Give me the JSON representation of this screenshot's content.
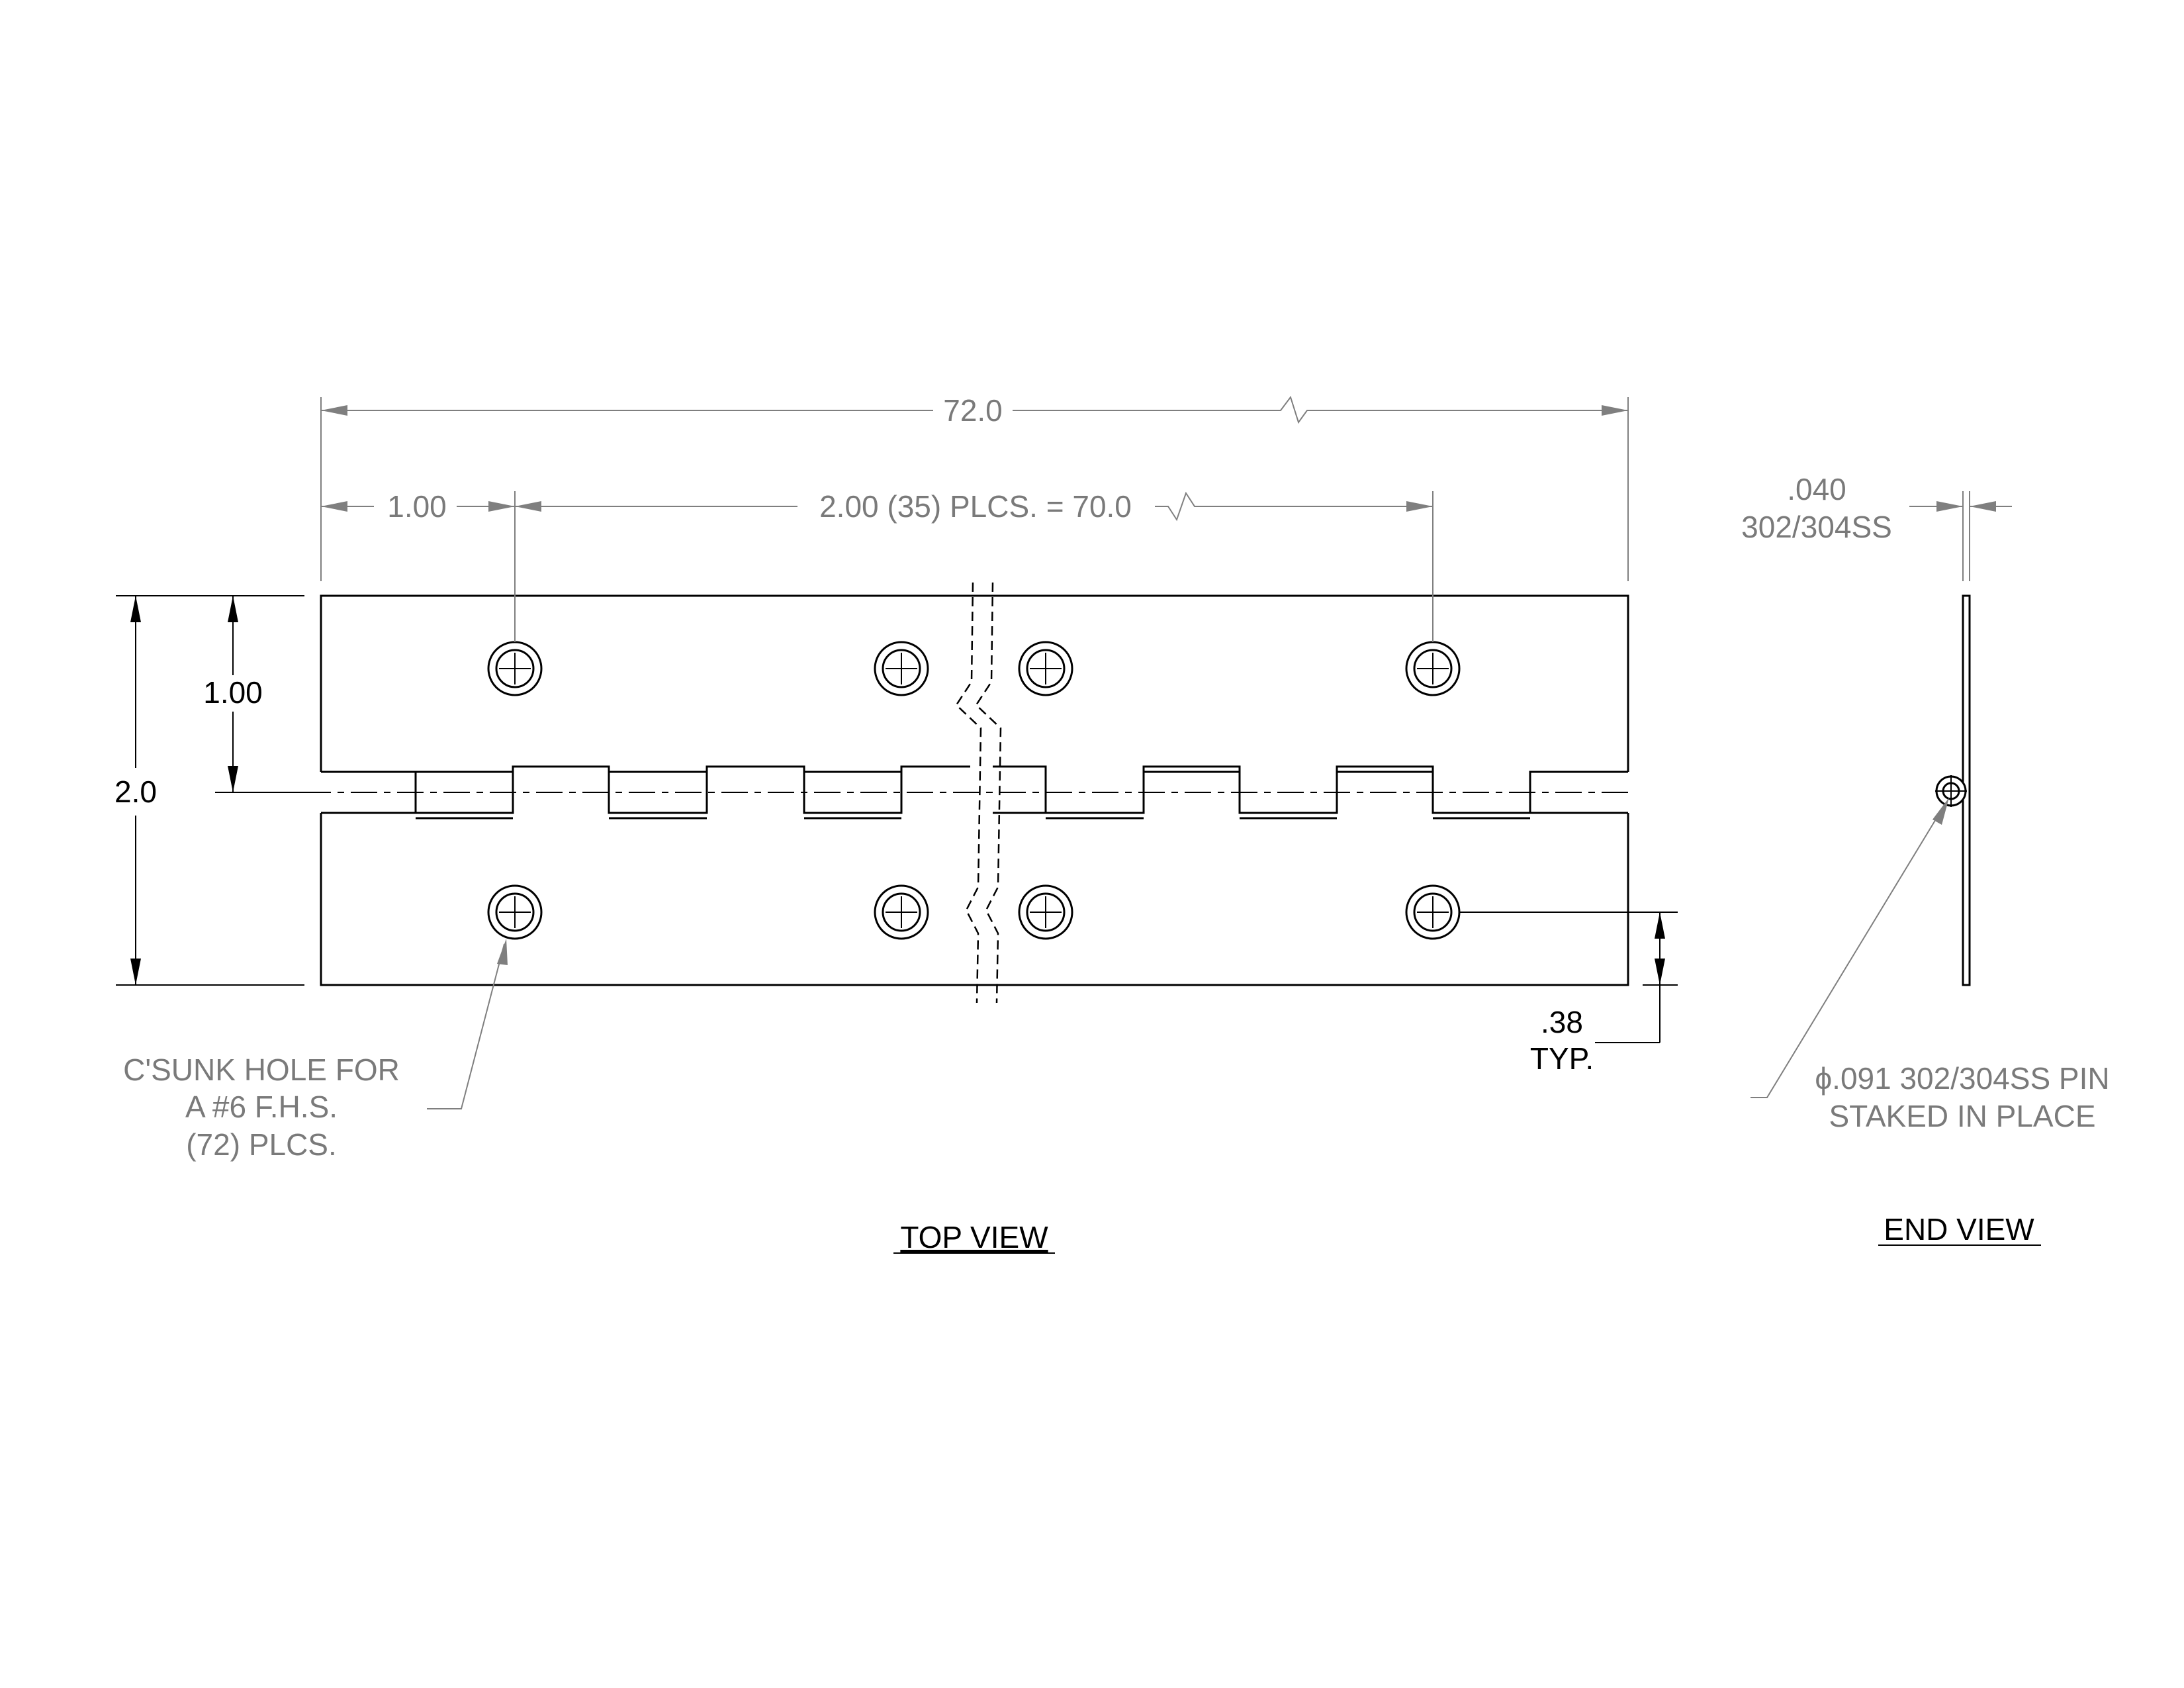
{
  "dimensions": {
    "overall_length": "72.0",
    "first_hole_offset": "1.00",
    "hole_spacing": "2.00 (35) PLCS. = 70.0",
    "hole_to_centerline": "1.00",
    "overall_width": "2.0",
    "hole_edge_distance": ".38",
    "hole_edge_note": "TYP.",
    "thickness": ".040",
    "thickness_material": "302/304SS"
  },
  "notes": {
    "countersink": [
      "C'SUNK HOLE FOR",
      "A #6 F.H.S.",
      "(72) PLCS."
    ],
    "pin": [
      "ϕ.091 302/304SS PIN",
      "STAKED IN PLACE"
    ]
  },
  "views": {
    "top": "TOP VIEW",
    "end": "END VIEW"
  }
}
